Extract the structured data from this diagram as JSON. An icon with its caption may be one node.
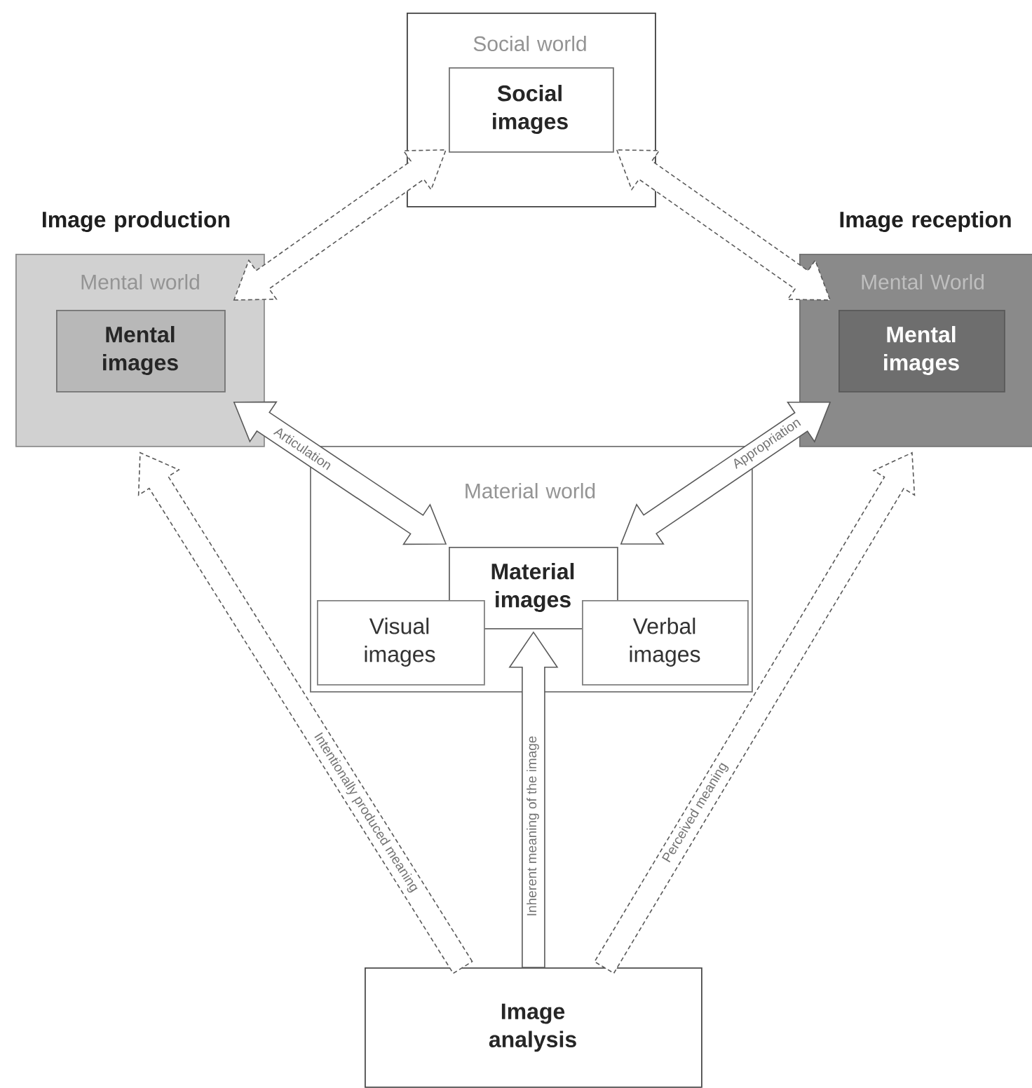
{
  "diagram": {
    "nodes": [
      {
        "text": [
          "Social world"
        ]
      },
      {
        "text": [
          "Social images"
        ],
        "in": 0
      },
      {
        "text": [
          "Image production",
          "Mental world"
        ]
      },
      {
        "text": [
          "Mental images"
        ],
        "in": 2
      },
      {
        "text": [
          "Image reception",
          "Mental World"
        ]
      },
      {
        "text": [
          "Mental images"
        ],
        "in": 4
      },
      {
        "text": [
          "Material world"
        ]
      },
      {
        "text": [
          "Material images"
        ],
        "in": 6
      },
      {
        "text": [
          "Visual images"
        ],
        "in": 6
      },
      {
        "text": [
          "Verbal images"
        ],
        "in": 6
      },
      {
        "text": [
          "Image analysis"
        ]
      }
    ],
    "edges": [
      {
        "from": 3,
        "to": 1,
        "arrow": "both",
        "style": "dashed"
      },
      {
        "from": 1,
        "to": 5,
        "arrow": "both",
        "style": "dashed"
      },
      {
        "from": 3,
        "to": 7,
        "arrow": "both",
        "label": "Articulation"
      },
      {
        "from": 7,
        "to": 5,
        "arrow": "both",
        "label": "Appropriation"
      },
      {
        "from": 10,
        "to": 2,
        "arrow": "to",
        "style": "dashed",
        "label": "Intentionally produced meaning"
      },
      {
        "from": 10,
        "to": 7,
        "arrow": "to",
        "label": "Inherent meaning of the image"
      },
      {
        "from": 10,
        "to": 4,
        "arrow": "to",
        "style": "dashed",
        "label": "Perceived meaning"
      }
    ]
  }
}
